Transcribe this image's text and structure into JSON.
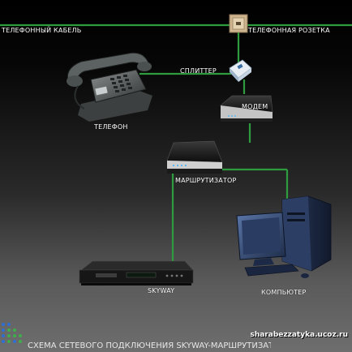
{
  "labels": {
    "phone_cable": "ТЕЛЕФОННЫЙ КАБЕЛЬ",
    "phone_socket": "ТЕЛЕФОННАЯ РОЗЕТКА",
    "splitter": "СПЛИТТЕР",
    "phone": "ТЕЛЕФОН",
    "modem": "МОДЕМ",
    "router": "МАРШРУТИЗАТОР",
    "skyway": "SKYWAY",
    "computer": "КОМПЬЮТЕР"
  },
  "footer": {
    "caption": "СХЕМА СЕТЕВОГО ПОДКЛЮЧЕНИЯ SKYWAY-МАРШРУТИЗАТОР-КОМПЬЮТЕР",
    "site": "sharabezzatyka.ucoz.ru"
  },
  "colors": {
    "cable": "#2e9c3e",
    "dot_blue": "#2f6fd0",
    "dot_green": "#3fae4a"
  },
  "icons": {
    "phone": "telephone-icon",
    "socket": "wall-socket-icon",
    "splitter": "splitter-icon",
    "modem": "modem-icon",
    "router": "router-icon",
    "skyway": "satellite-receiver-icon",
    "computer": "desktop-computer-icon"
  }
}
